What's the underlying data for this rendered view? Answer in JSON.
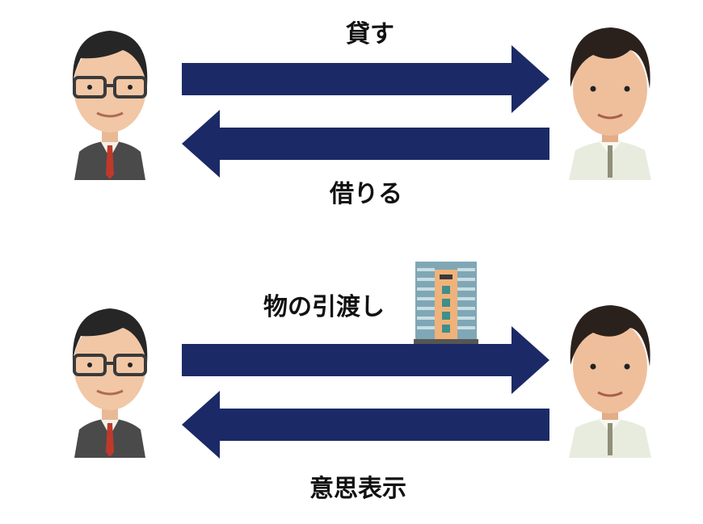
{
  "diagram": {
    "top": {
      "lend_label": "貸す",
      "borrow_label": "借りる"
    },
    "bottom": {
      "handover_label": "物の引渡し",
      "intent_label": "意思表示"
    }
  },
  "colors": {
    "arrow": "#1b2a66",
    "label": "#111111",
    "suit_gray": "#4a4a4a",
    "tie_red": "#c0392b",
    "shirt_light": "#e8ecde",
    "building_body": "#f0b27a",
    "building_glass": "#7fa7b5"
  },
  "icons": [
    "person-left-avatar",
    "person-right-avatar",
    "building-icon"
  ]
}
